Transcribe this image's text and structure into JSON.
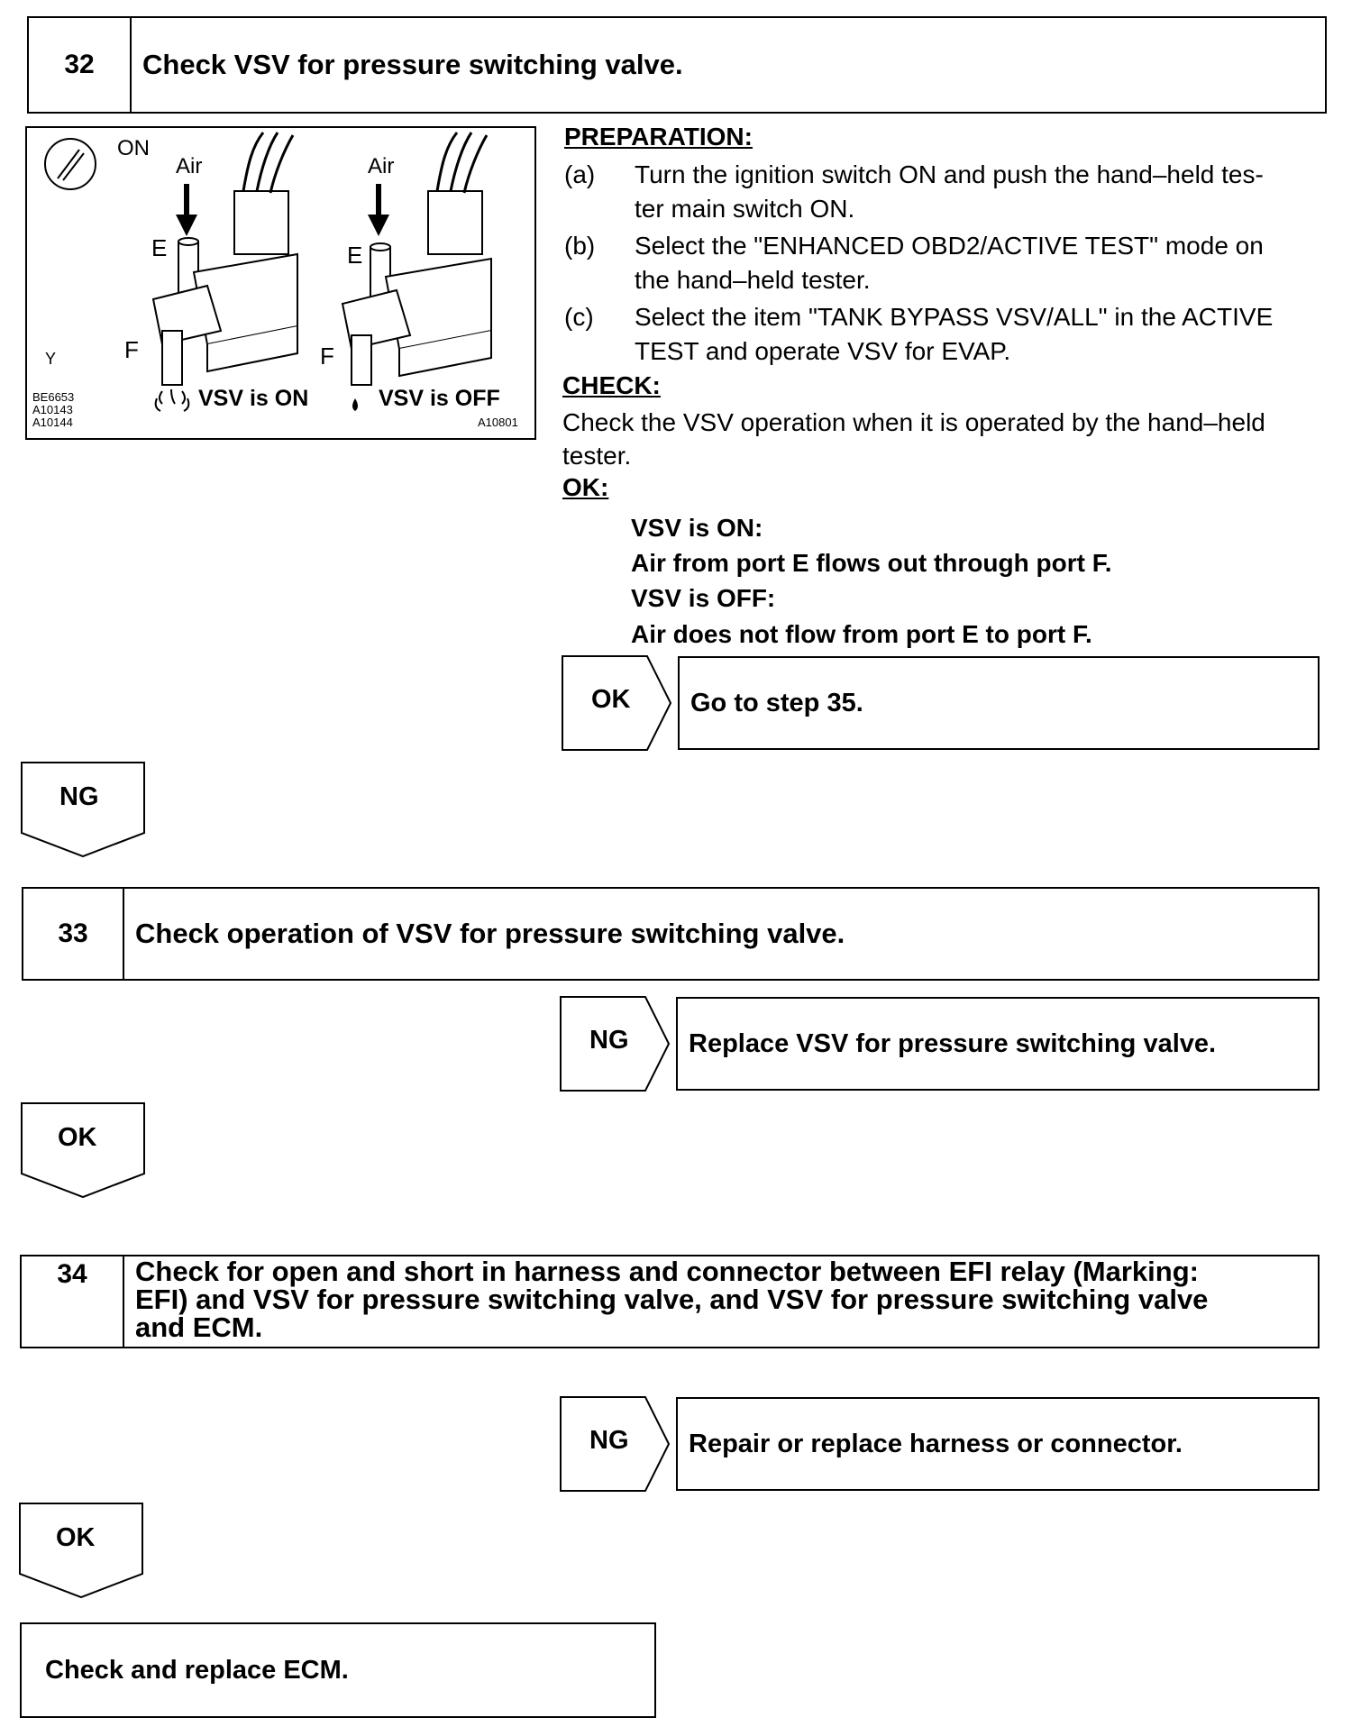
{
  "step32": {
    "number": "32",
    "title": "Check VSV for pressure switching valve.",
    "figure": {
      "on_label": "ON",
      "air_left": "Air",
      "air_right": "Air",
      "e_left": "E",
      "e_right": "E",
      "f_left": "F",
      "f_right": "F",
      "y_label": "Y",
      "vsv_on": "VSV is ON",
      "vsv_off": "VSV is OFF",
      "code1": "BE6653",
      "code2": "A10143",
      "code3": "A10144",
      "code4": "A10801"
    },
    "preparation_heading": "PREPARATION:",
    "steps": [
      {
        "marker": "(a)",
        "line1": "Turn the ignition switch ON and push the hand–held tes-",
        "line2": "ter main switch ON."
      },
      {
        "marker": "(b)",
        "line1": "Select the \"ENHANCED OBD2/ACTIVE TEST\" mode on",
        "line2": "the hand–held tester."
      },
      {
        "marker": "(c)",
        "line1": "Select the item \"TANK BYPASS VSV/ALL\" in the ACTIVE",
        "line2": "TEST and operate VSV for EVAP."
      }
    ],
    "check_heading": "CHECK:",
    "check_line1": "Check the VSV operation when it is operated by the hand–held",
    "check_line2": "tester.",
    "ok_heading": "OK:",
    "ok_lines": [
      "VSV is ON:",
      "Air from port E flows out through port F.",
      "VSV is OFF:",
      "Air does not flow from port E to port F."
    ],
    "ok_result": {
      "flag": "OK",
      "text": "Go to step 35."
    },
    "ng_flag": "NG"
  },
  "step33": {
    "number": "33",
    "title": "Check operation of VSV for pressure switching valve.",
    "ng_result": {
      "flag": "NG",
      "text": "Replace VSV for pressure switching valve."
    },
    "ok_flag": "OK"
  },
  "step34": {
    "number": "34",
    "title_line1": "Check for open and short in harness and connector between EFI relay (Marking:",
    "title_line2": "EFI) and VSV for pressure switching valve, and VSV for pressure switching valve",
    "title_line3": "and ECM.",
    "ng_result": {
      "flag": "NG",
      "text": "Repair or replace harness or connector."
    },
    "ok_flag": "OK"
  },
  "final": {
    "text": "Check and replace ECM."
  }
}
